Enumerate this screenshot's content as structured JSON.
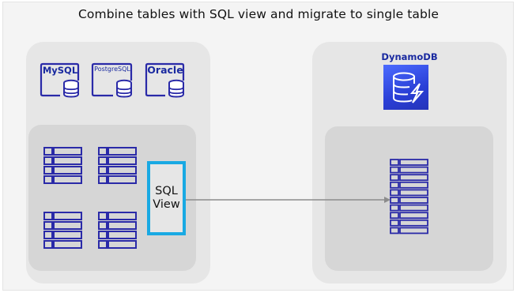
{
  "title": "Combine tables with SQL view and migrate to single table",
  "sources": [
    {
      "name": "MySQL",
      "icon": "mysql-icon"
    },
    {
      "name": "PostgreSQL",
      "icon": "postgresql-icon"
    },
    {
      "name": "Oracle",
      "icon": "oracle-icon"
    }
  ],
  "sql_view": {
    "line1": "SQL",
    "line2": "View"
  },
  "target": {
    "name": "DynamoDB",
    "icon": "dynamodb-icon"
  },
  "colors": {
    "navy": "#2a2aa8",
    "sql_view_border": "#19a9e3",
    "dynamodb_fill": "#3b50e8",
    "arrow": "#8c8c8c"
  }
}
